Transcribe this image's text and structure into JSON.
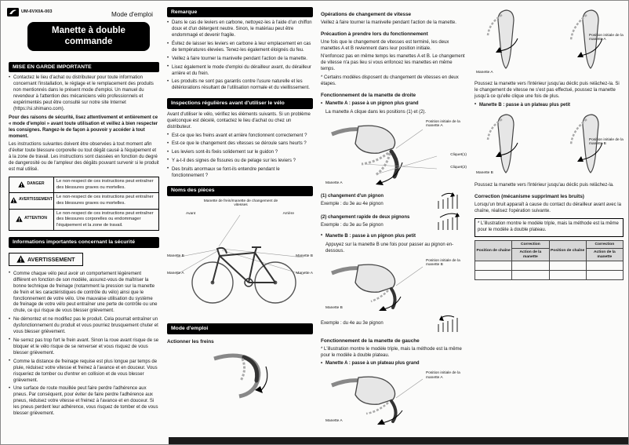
{
  "page": {
    "doc_id": "UM-6VX0A-003",
    "header_title": "Mode d'emploi",
    "product_title": "Manette à double commande"
  },
  "colors": {
    "banner_bg": "#000000",
    "section_bar_bg": "#000000",
    "table_header_bg": "#d8d8d8",
    "footer_bg": "#1b1b1b"
  },
  "col1": {
    "important_title": "MISE EN GARDE IMPORTANTE",
    "contact_bullet": "Contactez le lieu d'achat ou distributeur pour toute information concernant l'installation, le réglage et le remplacement des produits non mentionnés dans le présent mode d'emploi. Un manuel du revendeur à l'attention des mécaniciens vélo professionnels et expérimentés peut être consulté sur notre site Internet (https://si.shimano.com).",
    "safety_bold": "Pour des raisons de sécurité, lisez attentivement et entièrement ce « mode d'emploi » avant toute utilisation et veillez à bien respecter les consignes. Rangez-le de façon à pouvoir y accéder à tout moment.",
    "safety_intro": "Les instructions suivantes doivent être observées à tout moment afin d'éviter toute blessure corporelle ou tout dégât causé à l'équipement et à la zone de travail. Les instructions sont classées en fonction du degré de dangerosité ou de l'ampleur des dégâts pouvant survenir si le produit est mal utilisé.",
    "hazards": [
      {
        "label": "DANGER",
        "text": "Le non-respect de ces instructions peut entraîner des blessures graves ou mortelles."
      },
      {
        "label": "AVERTISSEMENT",
        "text": "Le non-respect de ces instructions peut entraîner des blessures graves ou mortelles."
      },
      {
        "label": "ATTENTION",
        "text": "Le non-respect de ces instructions peut entraîner des blessures corporelles ou endommager l'équipement et la zone de travail."
      }
    ],
    "info_title": "Informations importantes concernant la sécurité",
    "warning_box_label": "AVERTISSEMENT",
    "warning_bullets": [
      "Comme chaque vélo peut avoir un comportement légèrement différent en fonction de son modèle, assurez-vous de maîtriser la bonne technique de freinage (notamment la pression sur la manette de frein et les caractéristiques de contrôle du vélo) ainsi que le fonctionnement de votre vélo. Une mauvaise utilisation du système de freinage de votre vélo peut entraîner une perte de contrôle ou une chute, ce qui risque de vous blesser grièvement.",
      "Ne démontez et ne modifiez pas le produit. Cela pourrait entraîner un dysfonctionnement du produit et vous pourriez brusquement chuter et vous blesser grièvement.",
      "Ne serrez pas trop fort le frein avant. Sinon la roue avant risque de se bloquer et le vélo risque de se renverser et vous risquez de vous blesser grièvement.",
      "Comme la distance de freinage requise est plus longue par temps de pluie, réduisez votre vitesse et freinez à l'avance et en douceur. Vous risqueriez de tomber ou d'entrer en collision et de vous blesser grièvement.",
      "Une surface de route mouillée peut faire perdre l'adhérence aux pneus. Par conséquent, pour éviter de faire perdre l'adhérence aux pneus, réduisez votre vitesse et freinez à l'avance et en douceur. Si les pneus perdent leur adhérence, vous risquez de tomber et de vous blesser grièvement."
    ]
  },
  "col2": {
    "remark_title": "Remarque",
    "remark_bullets": [
      "Dans le cas de leviers en carbone, nettoyez-les à l'aide d'un chiffon doux et d'un détergent neutre. Sinon, le matériau peut être endommagé et devenir fragile.",
      "Évitez de laisser les leviers en carbone à leur emplacement en cas de températures élevées. Tenez-les également éloignés du feu.",
      "Veillez à faire tourner la manivelle pendant l'action de la manette.",
      "Lisez également le mode d'emploi du dérailleur avant, du dérailleur arrière et du frein.",
      "Les produits ne sont pas garantis contre l'usure naturelle et les détériorations résultant de l'utilisation normale et du vieillissement."
    ],
    "inspection_title": "Inspections régulières avant d'utiliser le vélo",
    "inspection_intro": "Avant d'utiliser le vélo, vérifiez les éléments suivants. Si un problème quelconque est décelé, contactez le lieu d'achat ou chez un distributeur.",
    "inspection_checks": [
      "Est-ce que les freins avant et arrière fonctionnent correctement ?",
      "Est-ce que le changement des vitesses se déroule sans heurts ?",
      "Les leviers sont-ils fixés solidement sur le guidon ?",
      "Y a-t-il des signes de fissures ou de pelage sur les leviers ?",
      "Des bruits anormaux se font-ils entendre pendant le fonctionnement ?"
    ],
    "parts_title": "Noms des pièces",
    "parts_labels": {
      "lever": "Manette de frein/manette de changement de vitesses",
      "front": "Avant",
      "rear": "Arrière",
      "left_b": "Manette B",
      "left_a": "Manette A",
      "right_b": "Manette B",
      "right_a": "Manette A"
    },
    "usage_title": "Mode d'emploi",
    "brake_heading": "Actionner les freins"
  },
  "col3": {
    "shift_ops_title": "Opérations de changement de vitesse",
    "shift_ops_text": "Veillez à faire tourner la manivelle pendant l'action de la manette.",
    "precaution_title": "Précaution à prendre lors du fonctionnement",
    "precaution_p1": "Une fois que le changement de vitesses est terminé, les deux manettes A et B reviennent dans leur position initiale.",
    "precaution_p2": "N'enfoncez pas en même temps les manettes A et B. Le changement de vitesse n'a pas lieu si vous enfoncez les manettes en même temps.",
    "precaution_note": "* Certains modèles disposent du changement de vitesses en deux étapes.",
    "right_lever_title": "Fonctionnement de la manette de droite",
    "right_a_bullet": "Manette A : passe à un pignon plus grand",
    "right_a_sub": "La manette A clique dans les positions (1) et (2).",
    "fig_a": {
      "lever": "Manette A",
      "initial": "Position initiale de la manette A",
      "click1": "Cliquet(1)",
      "click2": "Cliquet(2)"
    },
    "case1_title": "(1) changement d'un pignon",
    "case1_example": "Exemple : du 3e au 4e pignon",
    "case2_title": "(2) changement rapide de deux pignons",
    "case2_example": "Exemple : du 3e au 5e pignon",
    "right_b_bullet": "Manette B : passe à un pignon plus petit",
    "right_b_sub": "Appuyez sur la manette B une fois pour passer au pignon en-dessous.",
    "fig_b": {
      "lever": "Manette B",
      "initial": "Position initiale de la manette B"
    },
    "right_b_example": "Exemple : du 4e au 3e pignon",
    "left_lever_title": "Fonctionnement de la manette de gauche",
    "left_note": "* L'illustration montre le modèle triple, mais la méthode est la même pour le modèle à double plateau.",
    "left_a_bullet": "Manette A : passe à un plateau plus grand",
    "fig_left_a": {
      "lever": "Manette A",
      "initial": "Position initiale de la manette A"
    }
  },
  "col4": {
    "fig_top": {
      "lever": "Manette A",
      "initial": "Position initiale de la manette A"
    },
    "push_text_long": "Poussez la manette vers l'intérieur jusqu'au déclic puis relâchez-la. Si le changement de vitesse ne s'est pas effectué, poussez la manette jusqu'à ce qu'elle clique une fois de plus.",
    "left_b_bullet": "Manette B : passe à un plateau plus petit",
    "fig_mid": {
      "lever": "Manette B",
      "initial": "Position initiale de la manette B"
    },
    "push_text_short": "Poussez la manette vers l'intérieur jusqu'au déclic puis relâchez-la.",
    "correction_title": "Correction (mécanisme supprimant les bruits)",
    "correction_text": "Lorsqu'un bruit apparaît à cause du contact du dérailleur avant avec la chaîne, réalisez l'opération suivante.",
    "correction_note": "* L'illustration montre le modèle triple, mais la méthode est la même pour le modèle à double plateau.",
    "table": {
      "chain_header": "Position de chaîne",
      "correction_header": "Correction",
      "action_header": "Action de la manette"
    }
  }
}
